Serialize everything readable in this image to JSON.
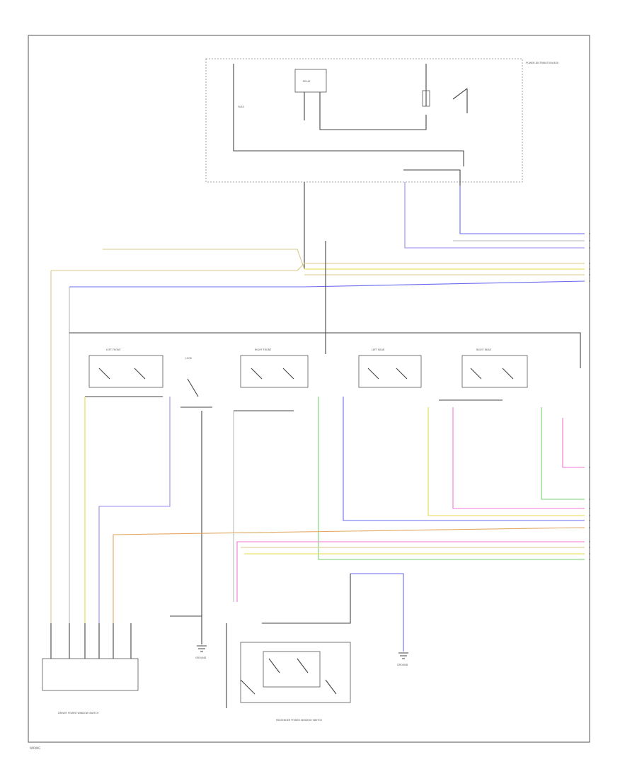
{
  "colors": {
    "yellow": "#e8d84a",
    "tan": "#d8c98a",
    "orange": "#e0a860",
    "blue": "#6a6af0",
    "violet": "#9a8ae8",
    "pink": "#f07ad8",
    "green": "#7ad070",
    "gray": "#bbbbbb",
    "black": "#444444"
  },
  "labels": {
    "top_module": "POWER DISTRIBUTION BOX",
    "relay": "RELAY",
    "fuse": "FUSE",
    "left_front": "LEFT FRONT",
    "right_front": "RIGHT FRONT",
    "left_rear": "LEFT REAR",
    "right_rear": "RIGHT REAR",
    "lock": "LOCK",
    "master_switch": "DRIVER POWER WINDOW SWITCH",
    "passenger_switch": "PASSENGER POWER WINDOW SWITCH",
    "ground": "GROUND",
    "footer": "WIRING"
  }
}
